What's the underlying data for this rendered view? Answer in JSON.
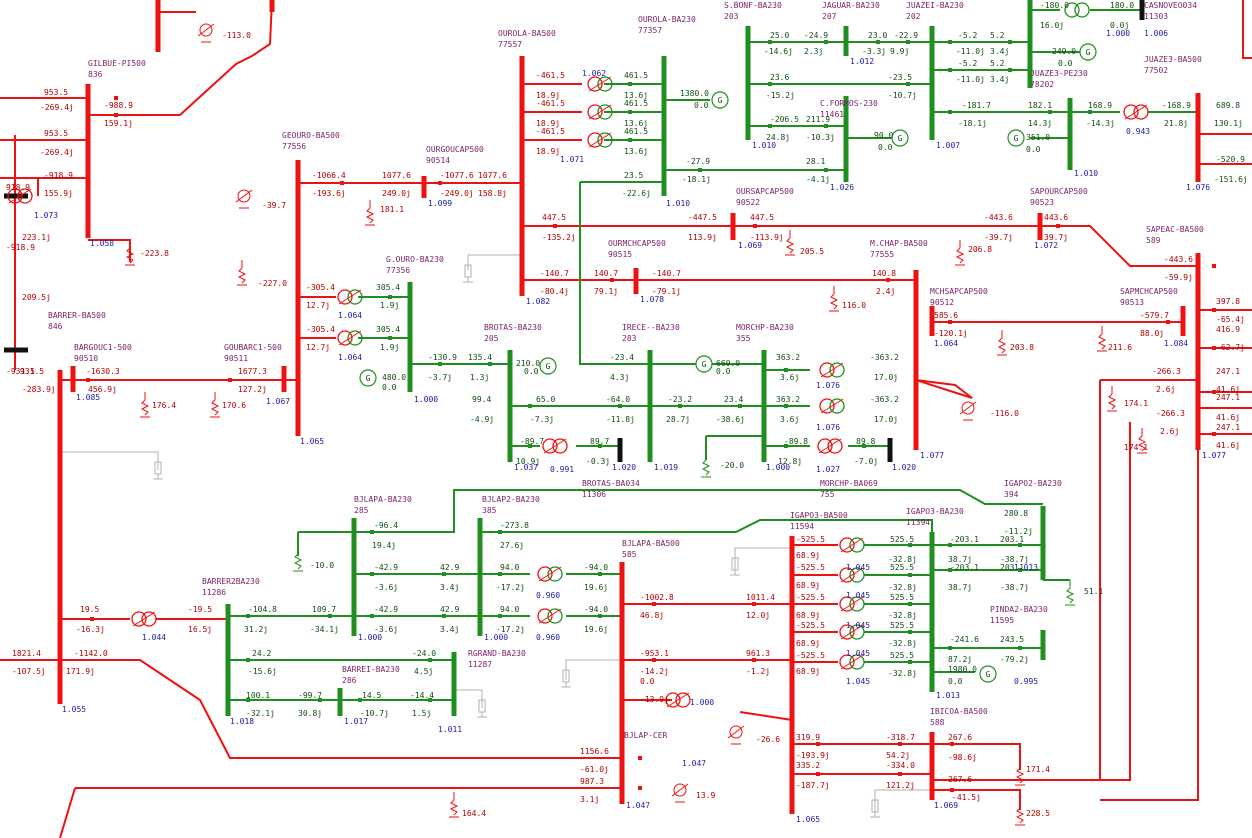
{
  "buses": {
    "gilbue_pi500": {
      "name": "GILBUE-PI500",
      "number": "836",
      "voltage": "1.058"
    },
    "geouro_ba500": {
      "name": "GEOURO-BA500",
      "number": "77556",
      "voltage": "1.065"
    },
    "ourgoucap500": {
      "name": "OURGOUCAP500",
      "number": "90514",
      "voltage": "1.099"
    },
    "ourola_ba500": {
      "name": "OUROLA-BA500",
      "number": "77557",
      "voltage": "1.082"
    },
    "ourola_ba230": {
      "name": "OUROLA-BA230",
      "number": "77357",
      "voltage": "1.010"
    },
    "sbonf_ba230": {
      "name": "S.BONF-BA230",
      "number": "203",
      "voltage": "1.010"
    },
    "jaguar_ba230": {
      "name": "JAGUAR-BA230",
      "number": "207",
      "voltage": "1.012"
    },
    "juazei_ba230": {
      "name": "JUAZEI-BA230",
      "number": "202",
      "voltage": "1.007"
    },
    "casnoveo34": {
      "name": "CASNOVEO034",
      "number": "11303",
      "voltage": "1.006"
    },
    "juaze3_pe230": {
      "name": "JUAZE3-PE230",
      "number": "78202",
      "voltage": "1.010"
    },
    "juaze3_ba500": {
      "name": "JUAZE3-BA500",
      "number": "77502",
      "voltage": "1.076"
    },
    "cformos_230": {
      "name": "C.FORMOS-230",
      "number": "11461",
      "voltage": "1.026"
    },
    "oursapcap500": {
      "name": "OURSAPCAP500",
      "number": "90522",
      "voltage": "1.069"
    },
    "sapourcap500": {
      "name": "SAPOURCAP500",
      "number": "90523",
      "voltage": "1.072"
    },
    "sapeac_ba500": {
      "name": "SAPEAC-BA500",
      "number": "589",
      "voltage": "1.077"
    },
    "ourmchcap500": {
      "name": "OURMCHCAP500",
      "number": "90515",
      "voltage": "1.078"
    },
    "mchap_ba500": {
      "name": "M.CHAP-BA500",
      "number": "77555",
      "voltage": "1.077"
    },
    "mchsapcap500": {
      "name": "MCHSAPCAP500",
      "number": "90512",
      "voltage": "1.064"
    },
    "sapmchcap500": {
      "name": "SAPMCHCAP500",
      "number": "90513",
      "voltage": "1.084"
    },
    "gouro_ba230": {
      "name": "G.OURO-BA230",
      "number": "77356",
      "voltage": "1.000"
    },
    "brotas_ba230": {
      "name": "BROTAS-BA230",
      "number": "205",
      "voltage": "1.037"
    },
    "irece_ba230": {
      "name": "IRECE--BA230",
      "number": "283",
      "voltage": "1.019"
    },
    "morchp_ba230": {
      "name": "MORCHP-BA230",
      "number": "355",
      "voltage": "1.000"
    },
    "brotas_ba034": {
      "name": "BROTAS-BA034",
      "number": "11306",
      "voltage": "1.020"
    },
    "morchp_ba069": {
      "name": "MORCHP-BA069",
      "number": "755",
      "voltage": "1.020"
    },
    "barrer_ba500": {
      "name": "BARRER-BA500",
      "number": "846",
      "voltage": "1.055"
    },
    "bargouc1_500": {
      "name": "BARGOUC1-500",
      "number": "90510",
      "voltage": "1.085"
    },
    "goubarc1_500": {
      "name": "GOUBARC1-500",
      "number": "90511",
      "voltage": "1.067"
    },
    "bjlapa_ba230": {
      "name": "BJLAPA-BA230",
      "number": "285",
      "voltage": "1.000"
    },
    "bjlap2_ba230": {
      "name": "BJLAP2-BA230",
      "number": "385",
      "voltage": "1.000"
    },
    "bjlapa_ba500": {
      "name": "BJLAPA-BA500",
      "number": "585",
      "voltage": "1.047"
    },
    "barrer2ba230": {
      "name": "BARRER2BA230",
      "number": "11286",
      "voltage": "1.018"
    },
    "barrei_ba230": {
      "name": "BARREI-BA230",
      "number": "286",
      "voltage": "1.017"
    },
    "rgrand_ba230": {
      "name": "RGRAND-BA230",
      "number": "11287",
      "voltage": "1.011"
    },
    "igapo3_ba500": {
      "name": "IGAPO3-BA500",
      "number": "11594",
      "voltage": "1.065"
    },
    "igapo3_ba230": {
      "name": "IGAPO3-BA230",
      "number": "11394",
      "voltage": "1.013"
    },
    "igapo2_ba230": {
      "name": "IGAPO2-BA230",
      "number": "394",
      "voltage": "1.013"
    },
    "pinda2_ba230": {
      "name": "PINDA2-BA230",
      "number": "11595",
      "voltage": "0.995"
    },
    "ibicoa_ba500": {
      "name": "IBICOA-BA500",
      "number": "588",
      "voltage": "1.069"
    },
    "bjlap_cer": {
      "name": "BJLAP-CER",
      "voltage": "1.047"
    }
  },
  "flows_red": [
    "-113.0",
    "953.5",
    "-269.4j",
    "953.5",
    "-269.4j",
    "-988.9",
    "159.1j",
    "-918.9",
    "155.9j",
    "-223.8",
    "-1066.4",
    "-193.6j",
    "1077.6",
    "249.0j",
    "-1077.6",
    "-249.0j",
    "1077.6",
    "158.8j",
    "181.1",
    "-39.7",
    "-227.0",
    "-305.4",
    "12.7j",
    "-305.4",
    "12.7j",
    "-461.5",
    "18.9j",
    "-461.5",
    "18.9j",
    "-461.5",
    "18.9j",
    "447.5",
    "-135.2j",
    "-447.5",
    "113.9j",
    "447.5",
    "-113.9j",
    "205.5",
    "-443.6",
    "-39.7j",
    "443.6",
    "39.7j",
    "206.8",
    "-140.7",
    "-80.4j",
    "140.7",
    "79.1j",
    "-140.7",
    "-79.1j",
    "140.8",
    "2.4j",
    "116.0",
    "585.6",
    "-120.1j",
    "203.8",
    "-579.7",
    "88.0j",
    "211.6",
    "-443.6",
    "-59.9j",
    "397.8",
    "-65.4j",
    "416.9",
    "-62.7j",
    "-266.3",
    "2.6j",
    "247.1",
    "41.6j",
    "247.1",
    "41.6j",
    "-266.3",
    "2.6j",
    "247.1",
    "41.6j",
    "174.1",
    "174.1",
    "-116.0",
    "-1630.3",
    "456.9j",
    "1677.3",
    "127.2j",
    "176.4",
    "170.6",
    "931.5",
    "-283.9j",
    "-931.5",
    "209.5j",
    "-918.9",
    "223.1j",
    "918.9",
    "19.5",
    "-16.3j",
    "-19.5",
    "16.5j",
    "1821.4",
    "-107.5j",
    "-1142.0",
    "171.9j",
    "-1002.8",
    "46.8j",
    "1011.4",
    "12.0j",
    "-953.1",
    "-14.2j",
    "961.3",
    "-1.2j",
    "0.0",
    "-13.9j",
    "1156.6",
    "-61.0j",
    "987.3",
    "3.1j",
    "164.4",
    "-525.5",
    "68.9j",
    "-525.5",
    "68.9j",
    "-525.5",
    "68.9j",
    "-525.5",
    "68.9j",
    "-525.5",
    "68.9j",
    "319.9",
    "-193.9j",
    "-318.7",
    "54.2j",
    "335.2",
    "-187.7j",
    "-334.0",
    "121.2j",
    "267.6",
    "-98.6j",
    "267.6",
    "-41.5j",
    "171.4",
    "228.5",
    "-26.6",
    "13.9"
  ],
  "flows_green": [
    "461.5",
    "13.6j",
    "461.5",
    "13.6j",
    "461.5",
    "13.6j",
    "1380.0",
    "0.0",
    "25.0",
    "-14.6j",
    "-24.9",
    "2.3j",
    "23.0",
    "-3.3j",
    "-22.9",
    "9.9j",
    "23.6",
    "-15.2j",
    "-23.5",
    "-10.7j",
    "-206.5",
    "24.8j",
    "211.9",
    "-10.3j",
    "90.0",
    "0.0",
    "-27.9",
    "-18.1j",
    "28.1",
    "-4.1j",
    "23.5",
    "-22.6j",
    "-5.2",
    "-11.0j",
    "5.2",
    "3.4j",
    "-5.2",
    "-11.0j",
    "5.2",
    "3.4j",
    "249.0",
    "0.0",
    "-181.7",
    "-18.1j",
    "182.1",
    "14.3j",
    "351.0",
    "0.0",
    "168.9",
    "-14.3j",
    "-168.9",
    "21.8j",
    "689.8",
    "130.1j",
    "-520.9",
    "-151.6j",
    "-180.0",
    "16.0j",
    "180.0",
    "0.0j",
    "305.4",
    "1.9j",
    "305.4",
    "1.9j",
    "480.0",
    "0.0",
    "-130.9",
    "-3.7j",
    "135.4",
    "1.3j",
    "210.0",
    "0.0",
    "99.4",
    "-4.9j",
    "65.0",
    "-7.3j",
    "-23.4",
    "4.3j",
    "-64.0",
    "-11.8j",
    "-23.2",
    "28.7j",
    "23.4",
    "-38.6j",
    "660.0",
    "0.0",
    "363.2",
    "3.6j",
    "-363.2",
    "17.0j",
    "363.2",
    "3.6j",
    "-363.2",
    "17.0j",
    "-89.7",
    "10.9j",
    "89.7",
    "-0.3j",
    "-89.8",
    "12.8j",
    "89.8",
    "-7.0j",
    "-20.0",
    "-96.4",
    "19.4j",
    "-273.8",
    "27.6j",
    "-42.9",
    "-3.6j",
    "42.9",
    "3.4j",
    "94.0",
    "-17.2j",
    "-94.0",
    "19.6j",
    "-42.9",
    "-3.6j",
    "42.9",
    "3.4j",
    "94.0",
    "-17.2j",
    "-94.0",
    "19.6j",
    "-104.8",
    "31.2j",
    "109.7",
    "-34.1j",
    "24.2",
    "-15.6j",
    "-24.0",
    "4.5j",
    "100.1",
    "-32.1j",
    "-99.7",
    "30.8j",
    "14.5",
    "-10.7j",
    "-14.4",
    "1.5j",
    "-10.0",
    "525.5",
    "-32.8j",
    "525.5",
    "-32.8j",
    "525.5",
    "-32.8j",
    "525.5",
    "-32.8j",
    "525.5",
    "-32.8j",
    "-203.1",
    "38.7j",
    "203.1",
    "-38.7j",
    "-203.1",
    "38.7j",
    "203.1",
    "-38.7j",
    "280.8",
    "-11.2j",
    "-241.6",
    "87.2j",
    "243.5",
    "-79.2j",
    "1980.0",
    "0.0",
    "51.1"
  ],
  "transformer_taps": [
    "1.073",
    "1.071",
    "1.064",
    "1.064",
    "0.943",
    "1.000",
    "0.991",
    "1.076",
    "1.076",
    "1.027",
    "1.044",
    "0.960",
    "0.960",
    "1.045",
    "1.045",
    "1.045",
    "1.045",
    "1.045",
    "1.000",
    "1.062"
  ]
}
